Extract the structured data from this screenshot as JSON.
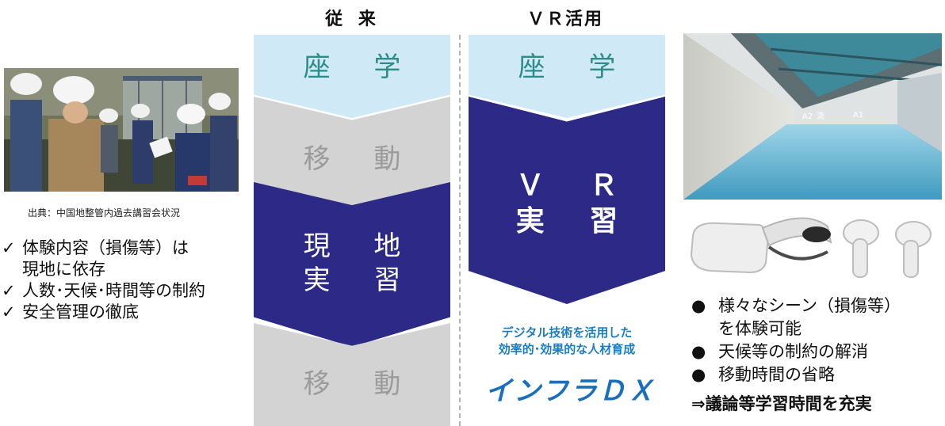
{
  "headings": {
    "traditional": "従 来",
    "vr": "ＶＲ活用"
  },
  "traditional_flow": [
    {
      "label": "座 学"
    },
    {
      "label": "移 動"
    },
    {
      "label": "現 地",
      "label2": "実 習"
    },
    {
      "label": "移 動"
    }
  ],
  "vr_flow": [
    {
      "label": "座 学"
    },
    {
      "label": "Ｖ Ｒ",
      "label2": "実 習"
    }
  ],
  "photo_caption": "出典：中国地整管内過去講習会状況",
  "traditional_points": [
    "体験内容（損傷等）は",
    "現地に依存",
    "人数･天候･時間等の制約",
    "安全管理の徹底"
  ],
  "check_symbol": "✓",
  "vr_points": [
    "様々なシーン（損傷等）",
    "を体験可能",
    "天候等の制約の解消",
    "移動時間の省略"
  ],
  "bullet_symbol": "●",
  "vr_summary": "⇒議論等学習時間を充実",
  "tagline": {
    "line1": "デジタル技術を活用した",
    "line2": "効率的･効果的な人材育成"
  },
  "dx_logo": "インフラＤＸ",
  "vr_scene_labels": {
    "a2": "A2",
    "flow": "流",
    "a1": "A1"
  },
  "colors": {
    "navy": "#2c2a86",
    "light_blue": "#cfe9f7",
    "gray": "#d3d3d3",
    "teal_text": "#2d8c8a",
    "tagline_blue": "#1a7ec3"
  }
}
